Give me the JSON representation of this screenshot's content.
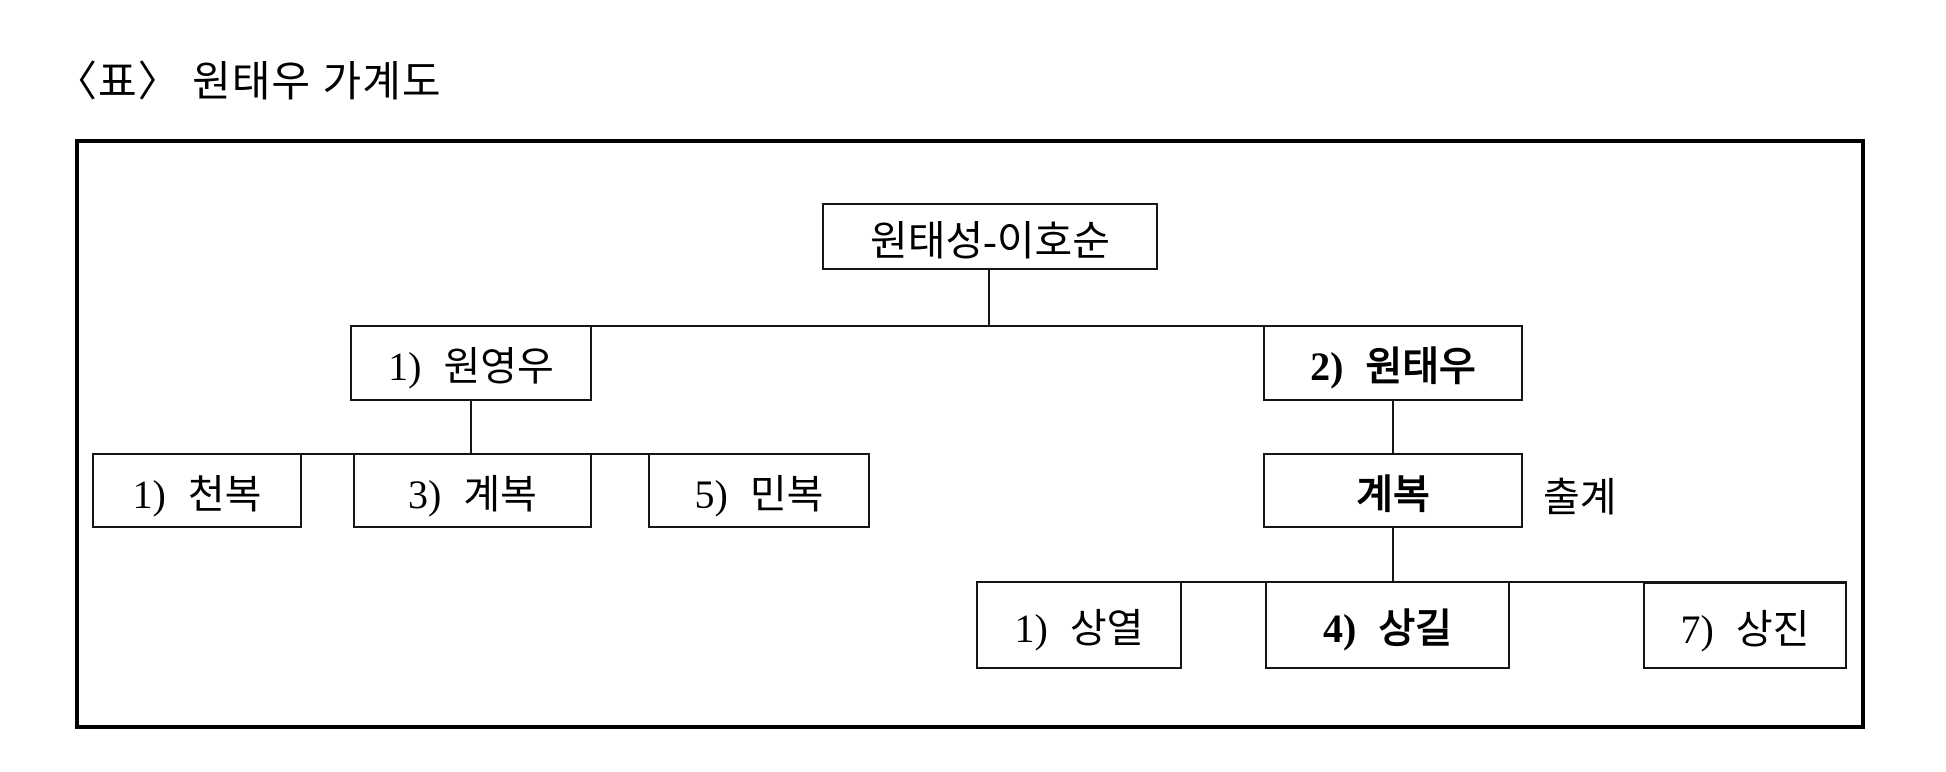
{
  "title": "〈표〉 원태우 가계도",
  "tree": {
    "root": {
      "label": "원태성-이호순"
    },
    "generation2": [
      {
        "label": "1) 원영우",
        "bold": false
      },
      {
        "label": "2) 원태우",
        "bold": true
      }
    ],
    "generation3_left": [
      {
        "label": "1) 천복"
      },
      {
        "label": "3) 계복"
      },
      {
        "label": "5) 민복"
      }
    ],
    "generation3_right": {
      "label": "계복",
      "bold": true,
      "annotation": "출계"
    },
    "generation4": [
      {
        "label": "1) 상열",
        "bold": false
      },
      {
        "label": "4) 상길",
        "bold": true
      },
      {
        "label": "7) 상진",
        "bold": false
      }
    ]
  },
  "colors": {
    "background": "#ffffff",
    "line": "#161616",
    "text": "#000000"
  }
}
